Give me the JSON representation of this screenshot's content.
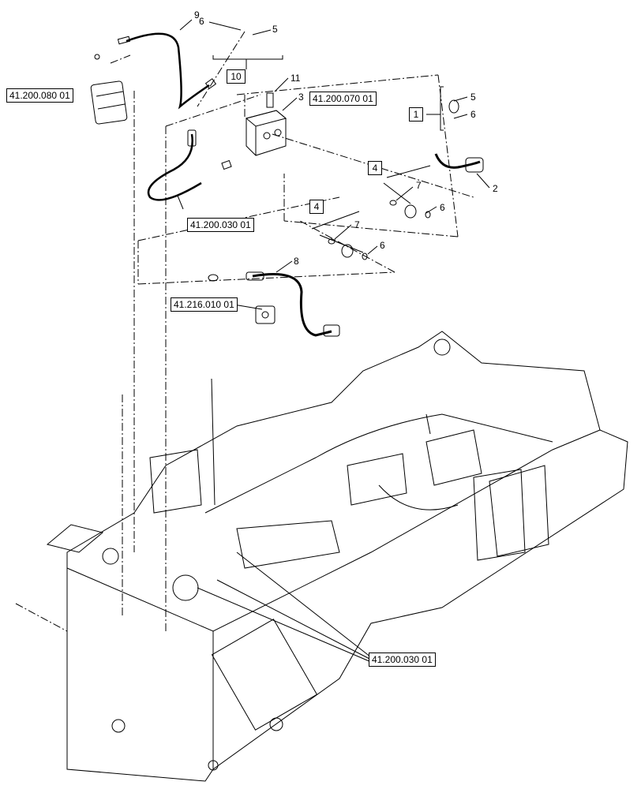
{
  "references": {
    "hydraulic_connector": "41.200.080 01",
    "valve_block": "41.200.070 01",
    "harness_upper": "41.200.030 01",
    "bracket": "41.216.010 01",
    "harness_lower": "41.200.030 01"
  },
  "kits": {
    "kit_1": "1",
    "kit_4a": "4",
    "kit_4b": "4",
    "kit_10": "10"
  },
  "callouts": {
    "c9": "9",
    "c6a": "6",
    "c5a": "5",
    "c11": "11",
    "c3": "3",
    "c5b": "5",
    "c6b": "6",
    "c2": "2",
    "c7a": "7",
    "c6c": "6",
    "c7b": "7",
    "c6d": "6",
    "c8": "8"
  }
}
